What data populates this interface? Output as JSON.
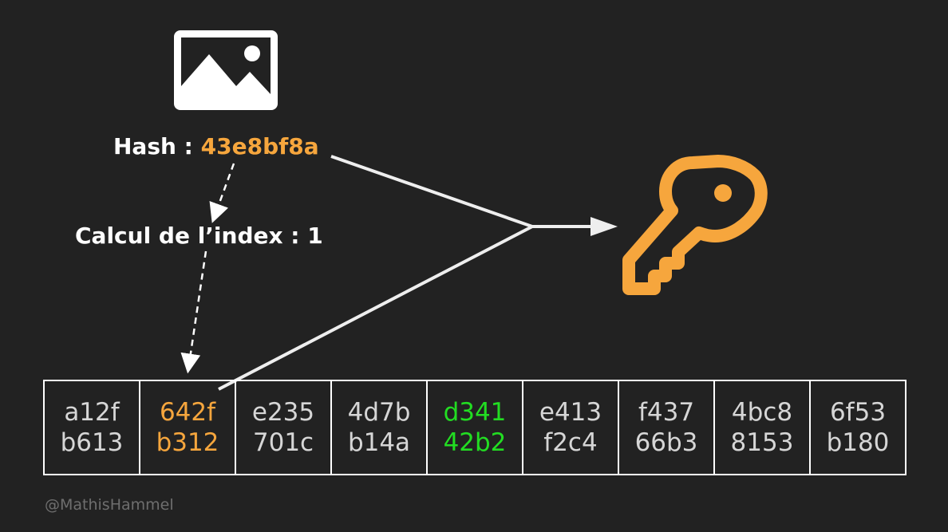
{
  "icons": {
    "image": "image-icon",
    "key": "key-icon"
  },
  "hash": {
    "label": "Hash : ",
    "value": "43e8bf8a"
  },
  "index": {
    "label": "Calcul de l’index : 1"
  },
  "table": {
    "cells": [
      {
        "line1": "a12f",
        "line2": "b613",
        "color": "#d6d6d6"
      },
      {
        "line1": "642f",
        "line2": "b312",
        "color": "#f6a63d"
      },
      {
        "line1": "e235",
        "line2": "701c",
        "color": "#d6d6d6"
      },
      {
        "line1": "4d7b",
        "line2": "b14a",
        "color": "#d6d6d6"
      },
      {
        "line1": "d341",
        "line2": "42b2",
        "color": "#22dd22"
      },
      {
        "line1": "e413",
        "line2": "f2c4",
        "color": "#d6d6d6"
      },
      {
        "line1": "f437",
        "line2": "66b3",
        "color": "#d6d6d6"
      },
      {
        "line1": "4bc8",
        "line2": "8153",
        "color": "#d6d6d6"
      },
      {
        "line1": "6f53",
        "line2": "b180",
        "color": "#d6d6d6"
      }
    ]
  },
  "watermark": "@MathisHammel",
  "colors": {
    "background": "#222222",
    "accent": "#f6a63d",
    "match": "#22dd22",
    "line": "#eeeeee"
  }
}
